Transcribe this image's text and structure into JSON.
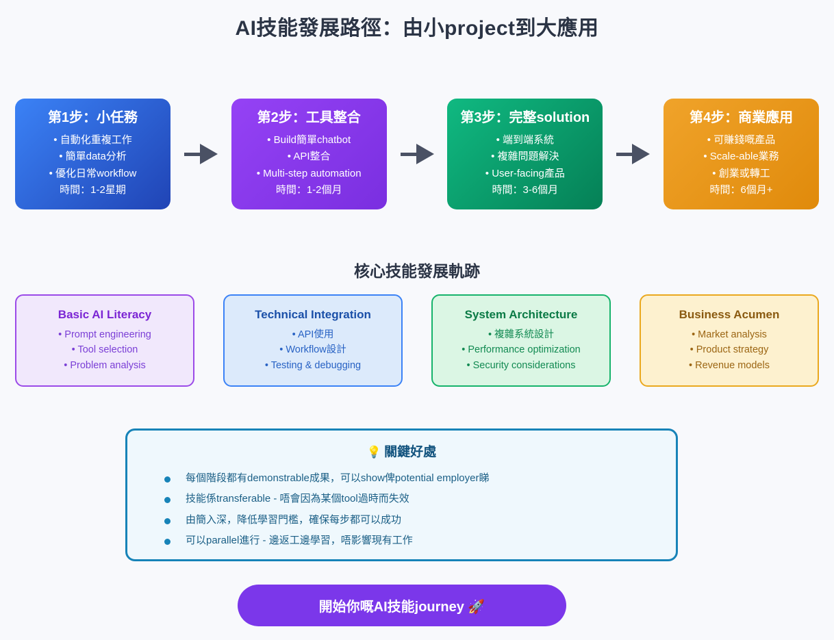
{
  "title": "AI技能發展路徑：由小project到大應用",
  "background_color": "#f8f9fc",
  "steps": {
    "arrow_icon": "arrow-right-icon",
    "items": [
      {
        "title": "第1步：小任務",
        "bullets": [
          "• 自動化重複工作",
          "• 簡單data分析",
          "• 優化日常workflow"
        ],
        "time": "時間：1-2星期",
        "gradient_from": "#3b82f6",
        "gradient_to": "#2044b5"
      },
      {
        "title": "第2步：工具整合",
        "bullets": [
          "• Build簡單chatbot",
          "• API整合",
          "• Multi-step automation"
        ],
        "time": "時間：1-2個月",
        "gradient_from": "#9542f5",
        "gradient_to": "#7a2fe0"
      },
      {
        "title": "第3步：完整solution",
        "bullets": [
          "• 端到端系統",
          "• 複雜問題解決",
          "• User-facing產品"
        ],
        "time": "時間：3-6個月",
        "gradient_from": "#10b981",
        "gradient_to": "#058056"
      },
      {
        "title": "第4步：商業應用",
        "bullets": [
          "• 可賺錢嘅產品",
          "• Scale-able業務",
          "• 創業或轉工"
        ],
        "time": "時間：6個月+",
        "gradient_from": "#f0a32a",
        "gradient_to": "#e08a0b"
      }
    ]
  },
  "skills_section": {
    "heading": "核心技能發展軌跡",
    "cards": [
      {
        "title": "Basic AI Literacy",
        "bullets": [
          "• Prompt engineering",
          "• Tool selection",
          "• Problem analysis"
        ],
        "background": "#f1e8fc",
        "border": "#9b4ae8",
        "title_color": "#7b25d4",
        "text_color": "#7b3fd6"
      },
      {
        "title": "Technical Integration",
        "bullets": [
          "• API使用",
          "• Workflow設計",
          "• Testing & debugging"
        ],
        "background": "#dceafb",
        "border": "#3b82f6",
        "title_color": "#1a4fa8",
        "text_color": "#2862c4"
      },
      {
        "title": "System Architecture",
        "bullets": [
          "• 複雜系統設計",
          "• Performance optimization",
          "• Security considerations"
        ],
        "background": "#dbf6e4",
        "border": "#16b36b",
        "title_color": "#0a7a45",
        "text_color": "#128a52"
      },
      {
        "title": "Business Acumen",
        "bullets": [
          "• Market analysis",
          "• Product strategy",
          "• Revenue models"
        ],
        "background": "#fdf1cf",
        "border": "#eaa81e",
        "title_color": "#8a5a10",
        "text_color": "#9c6614"
      }
    ]
  },
  "benefits": {
    "icon": "lightbulb-icon",
    "icon_glyph": "💡",
    "title": "關鍵好處",
    "bullet_color": "#1783b8",
    "items": [
      "每個階段都有demonstrable成果，可以show俾potential employer睇",
      "技能係transferable - 唔會因為某個tool過時而失效",
      "由簡入深，降低學習門檻，確保每步都可以成功",
      "可以parallel進行 - 邊返工邊學習，唔影響現有工作"
    ]
  },
  "cta": {
    "label": "開始你嘅AI技能journey 🚀",
    "color": "#7b37ea"
  }
}
